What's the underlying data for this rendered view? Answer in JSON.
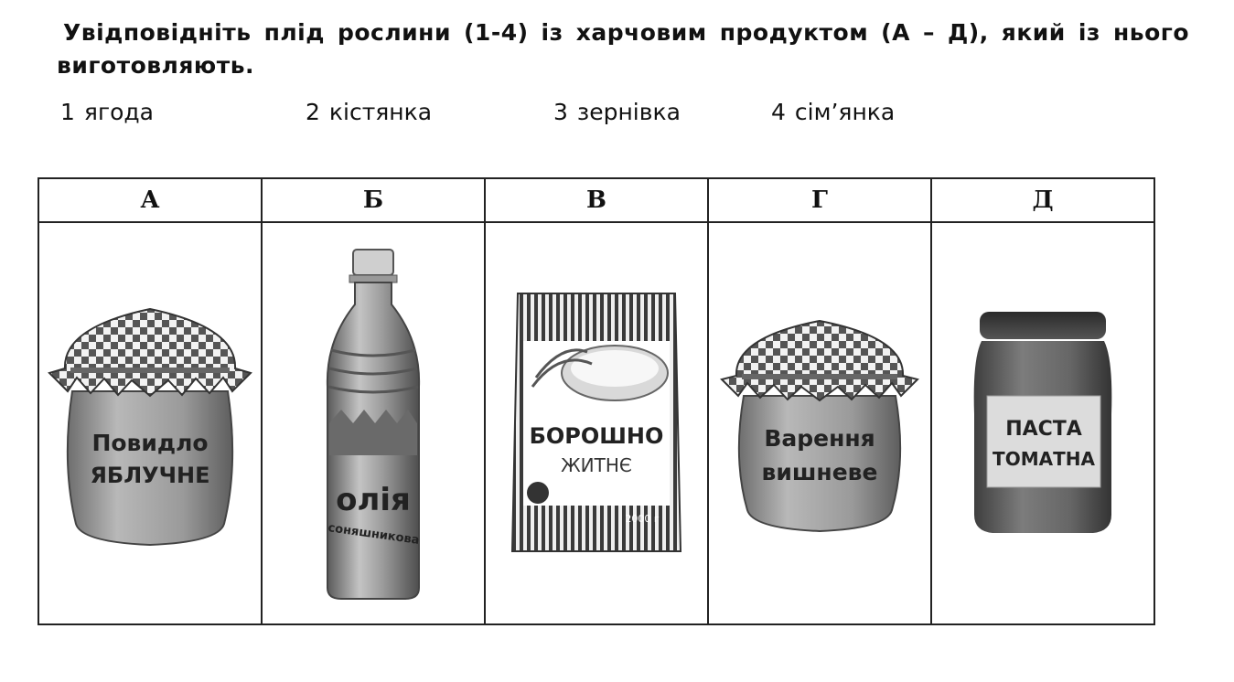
{
  "question": {
    "text": "Увідповідніть плід рослини (1-4) із харчовим продуктом (А – Д), який із нього виготовляють."
  },
  "fruits": [
    {
      "num": "1",
      "name": "ягода"
    },
    {
      "num": "2",
      "name": "кістянка"
    },
    {
      "num": "3",
      "name": "зернівка"
    },
    {
      "num": "4",
      "name": "сім’янка"
    }
  ],
  "products": [
    {
      "letter": "А",
      "line1": "Повидло",
      "line2": "ЯБЛУЧНЕ",
      "icon": "jam-jar-icon"
    },
    {
      "letter": "Б",
      "line1": "олія",
      "line2": "соняшникова",
      "icon": "oil-bottle-icon"
    },
    {
      "letter": "В",
      "line1": "БОРОШНО",
      "line2": "ЖИТНЄ",
      "weight": "2000 г",
      "icon": "flour-bag-icon"
    },
    {
      "letter": "Г",
      "line1": "Варення",
      "line2": "вишневе",
      "icon": "jam-jar-icon"
    },
    {
      "letter": "Д",
      "line1": "ПАСТА",
      "line2": "ТОМАТНА",
      "icon": "paste-jar-icon"
    }
  ]
}
